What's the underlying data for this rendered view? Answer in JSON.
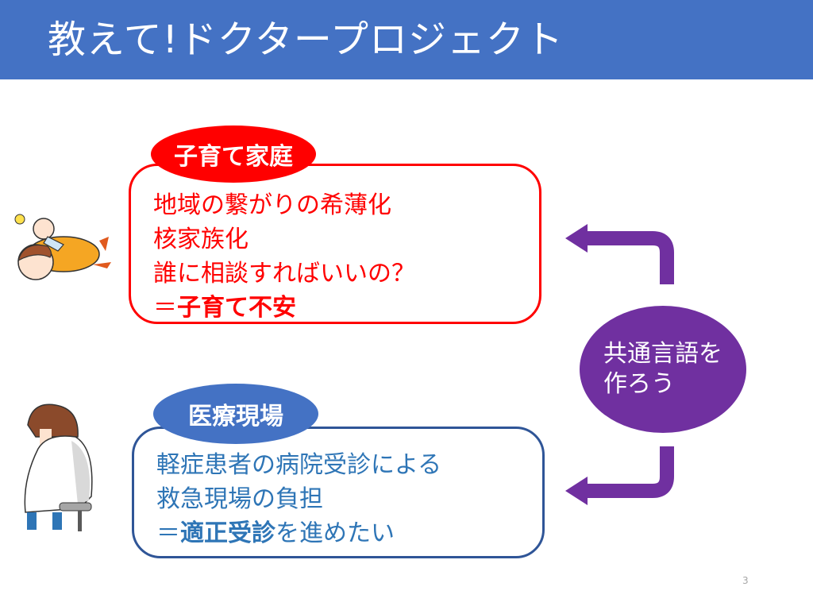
{
  "slide": {
    "title": "教えて!ドクタープロジェクト",
    "page_number": "3"
  },
  "family": {
    "label": "子育て家庭",
    "lines": [
      "地域の繋がりの希薄化",
      "核家族化",
      "誰に相談すればいいの？"
    ],
    "conclusion_prefix": "＝",
    "conclusion": "子育て不安",
    "color": "#ff0000"
  },
  "medical": {
    "label": "医療現場",
    "lines": [
      "軽症患者の病院受診による",
      "救急現場の負担"
    ],
    "conclusion_prefix": "＝",
    "conclusion_bold": "適正受診",
    "conclusion_rest": "を進めたい",
    "color": "#4472c4"
  },
  "center": {
    "line1": "共通言語を",
    "line2": "作ろう",
    "color": "#7030a0"
  },
  "illustrations": {
    "family_image": "tired-parent-with-baby-illustration",
    "medical_image": "seated-doctor-illustration"
  }
}
